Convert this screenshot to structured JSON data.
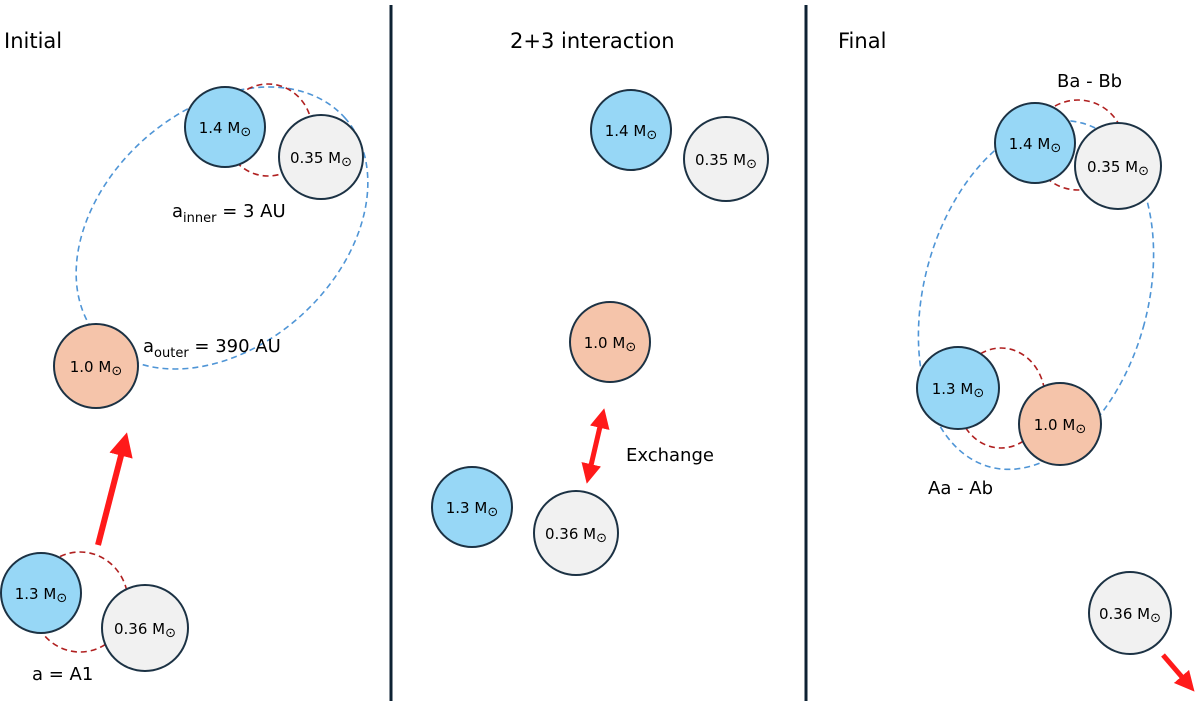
{
  "panels": {
    "initial": {
      "title": "Initial"
    },
    "interaction": {
      "title": "2+3 interaction"
    },
    "final": {
      "title": "Final"
    }
  },
  "labels": {
    "a_inner_base": "a",
    "a_inner_sub": "inner",
    "a_inner_value": " = 3 AU",
    "a_outer_base": "a",
    "a_outer_sub": "outer",
    "a_outer_value": " = 390 AU",
    "a_binary": "a = A1",
    "exchange": "Exchange",
    "ba_bb": "Ba - Bb",
    "aa_ab": "Aa - Ab"
  },
  "stars": {
    "m14": "1.4 M",
    "m035": "0.35 M",
    "m10": "1.0 M",
    "m13": "1.3 M",
    "m036": "0.36 M",
    "sun_symbol": "⊙"
  },
  "colors": {
    "blue_star": "#97d7f6",
    "pink_star": "#f5c4aa",
    "grey_star": "#f1f1f1",
    "arrow": "#ff1a1a",
    "inner_orbit": "#b02020",
    "outer_orbit": "#4f95d6"
  }
}
